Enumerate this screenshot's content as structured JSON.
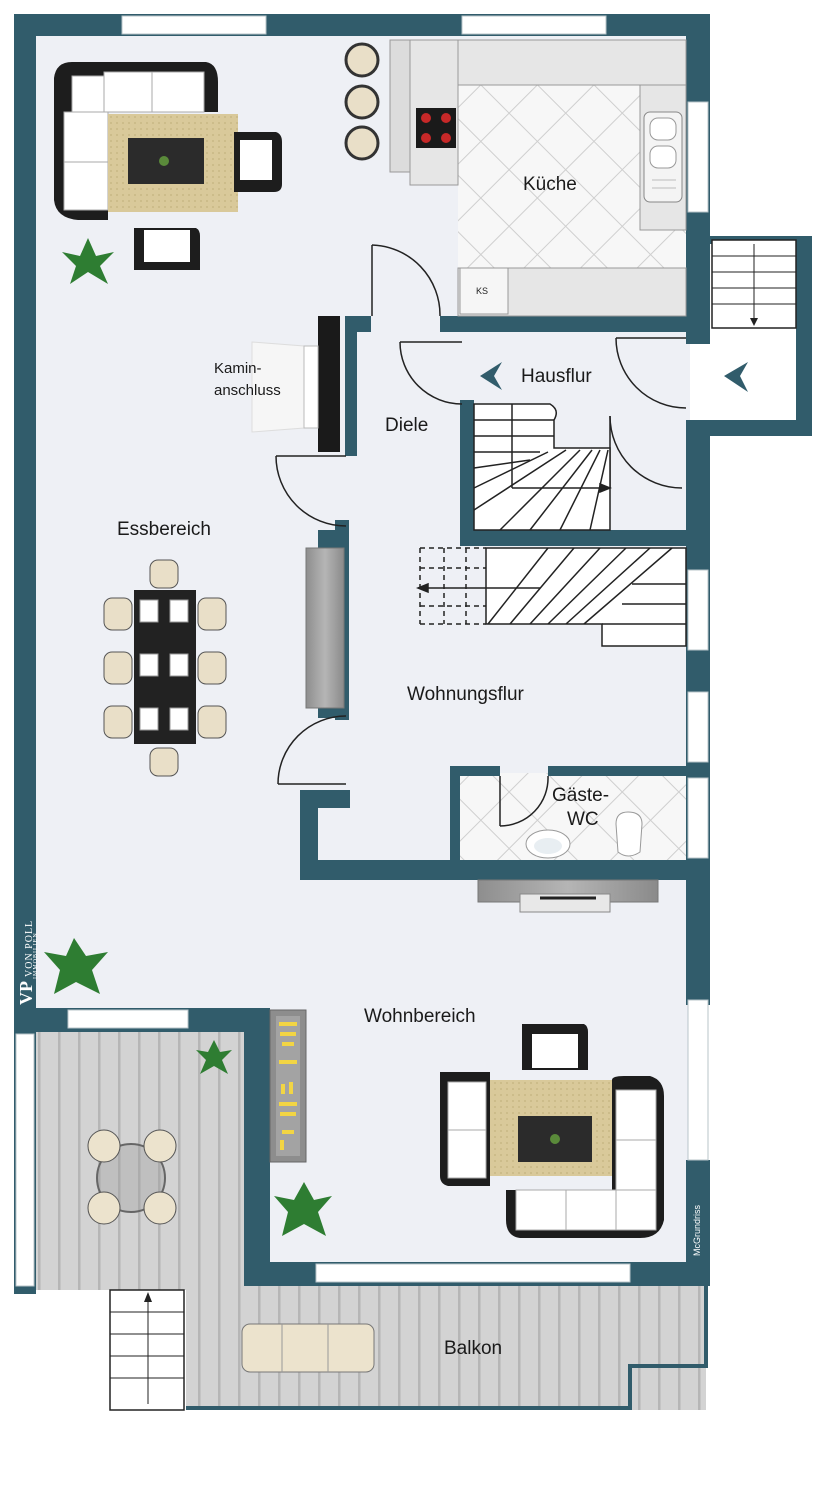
{
  "rooms": {
    "kueche": "Küche",
    "hausflur": "Hausflur",
    "diele": "Diele",
    "kamin_line1": "Kamin-",
    "kamin_line2": "anschluss",
    "essbereich": "Essbereich",
    "wohnungsflur": "Wohnungsflur",
    "gaeste_line1": "Gäste-",
    "gaeste_line2": "WC",
    "wohnbereich": "Wohnbereich",
    "balkon": "Balkon"
  },
  "fixtures": {
    "ks": "KS"
  },
  "branding": {
    "logo_mark": "VP",
    "logo_name": "VON POLL",
    "logo_sub": "IMMOBILIEN",
    "credit": "McGrundriss"
  },
  "colors": {
    "wall": "#315c6b",
    "floor": "#eef0f5",
    "deck": "#c9c9c9",
    "tile": "#f6f6f6",
    "counter": "#e4e4e4"
  }
}
